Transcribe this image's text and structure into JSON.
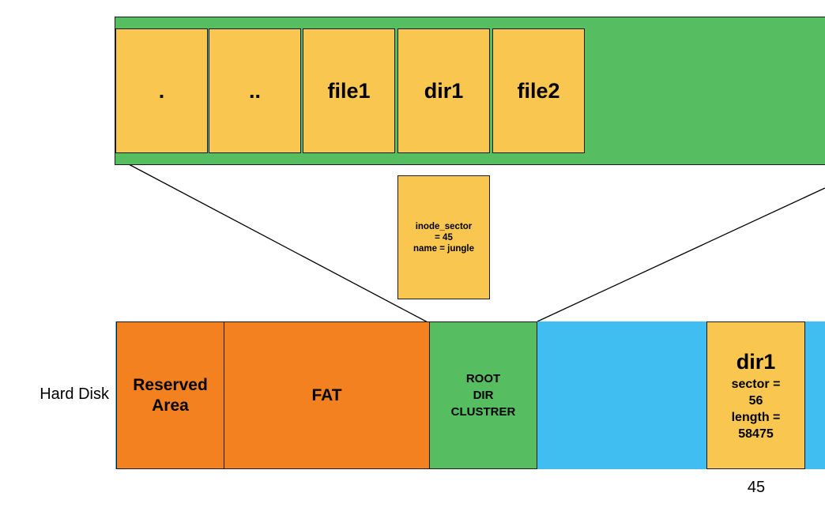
{
  "directory_entries": [
    ".",
    "..",
    "file1",
    "dir1",
    "file2"
  ],
  "detail_card": {
    "lines": [
      "inode_sector",
      "= 45",
      "name = jungle"
    ]
  },
  "disk": {
    "label": "Hard Disk",
    "reserved": [
      "Reserved",
      "Area"
    ],
    "fat": "FAT",
    "root": [
      "ROOT",
      "DIR",
      "CLUSTRER"
    ],
    "dir_block": {
      "name": "dir1",
      "lines": [
        "sector =",
        "56",
        "length =",
        "58475"
      ]
    },
    "sector_number": "45"
  },
  "colors": {
    "green": "#57bd61",
    "yellow": "#f9c74f",
    "orange": "#f38120",
    "blue": "#40bdf1"
  }
}
